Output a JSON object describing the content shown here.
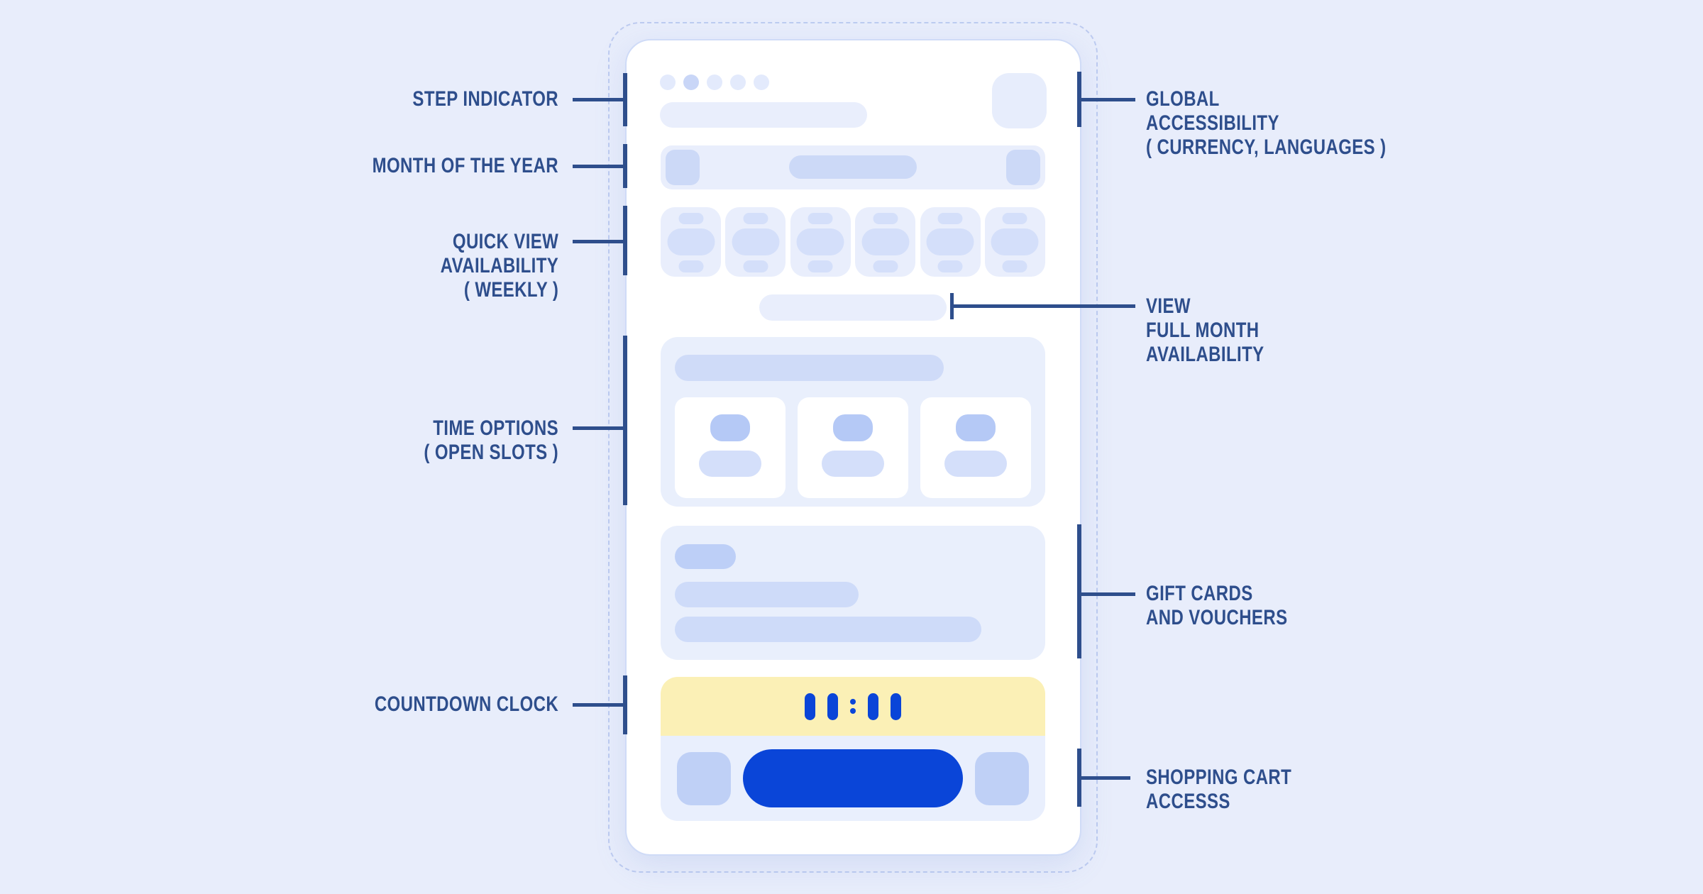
{
  "diagram_title": "booking-app wireframe with feature callouts",
  "colors": {
    "page_bg": "#e8edfb",
    "annotation_navy": "#2e4e8c",
    "accent_blue": "#0a45d8",
    "countdown_yellow": "#fbf0b6",
    "placeholder_light": "#e9eefc",
    "placeholder_mid": "#ccd9f7",
    "placeholder_inner": "#d4dffa",
    "slot_pill_blue": "#b5c9f6",
    "gift_pill_dark": "#bdcff7",
    "bottom_square_blue": "#bfd0f6",
    "dashed_border": "#bdcbf0",
    "phone_border": "#cfdbf7"
  },
  "annotations": {
    "left": [
      {
        "id": "step-indicator",
        "lines": [
          "STEP INDICATOR"
        ]
      },
      {
        "id": "month-of-the-year",
        "lines": [
          "MONTH OF THE YEAR"
        ]
      },
      {
        "id": "quick-view-availability",
        "lines": [
          "QUICK VIEW",
          "AVAILABILITY",
          "( WEEKLY )"
        ]
      },
      {
        "id": "time-options",
        "lines": [
          "TIME OPTIONS",
          "( OPEN SLOTS )"
        ]
      },
      {
        "id": "countdown-clock",
        "lines": [
          "COUNTDOWN CLOCK"
        ]
      }
    ],
    "right": [
      {
        "id": "global-accessibility",
        "lines": [
          "GLOBAL",
          "ACCESSIBILITY",
          "( CURRENCY, LANGUAGES )"
        ]
      },
      {
        "id": "view-full-month",
        "lines": [
          "VIEW",
          "FULL MONTH",
          "AVAILABILITY"
        ]
      },
      {
        "id": "gift-cards",
        "lines": [
          "GIFT CARDS",
          "AND VOUCHERS"
        ]
      },
      {
        "id": "shopping-cart",
        "lines": [
          "SHOPPING CART",
          "ACCESSS"
        ]
      }
    ]
  },
  "phone": {
    "stepper": {
      "total_steps": 5,
      "active_step": 2
    },
    "week_quick_view": {
      "day_cards": 6
    },
    "time_options": {
      "slot_cards": 3
    },
    "gift_section": {
      "placeholder_rows": 3
    },
    "countdown": {
      "time_display": "11:11"
    }
  }
}
